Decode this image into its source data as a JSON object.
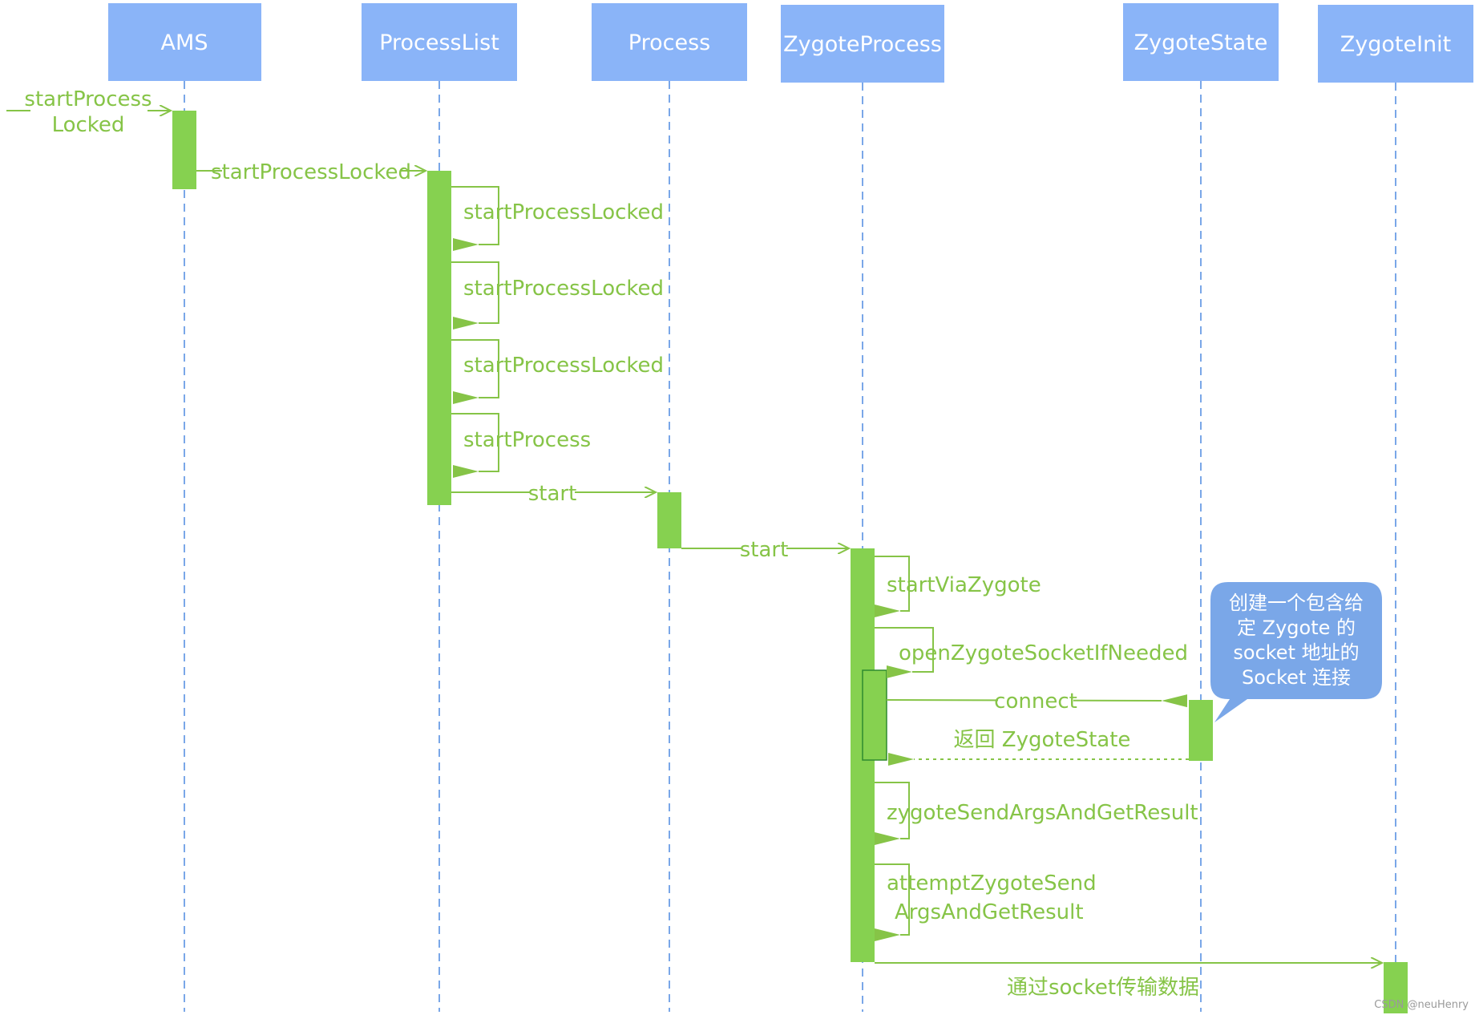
{
  "actors": [
    {
      "name": "AMS"
    },
    {
      "name": "ProcessList"
    },
    {
      "name": "Process"
    },
    {
      "name": "ZygoteProcess"
    },
    {
      "name": "ZygoteState"
    },
    {
      "name": "ZygoteInit"
    }
  ],
  "messages": {
    "m0": [
      "startProcess",
      "Locked"
    ],
    "m1": "startProcessLocked",
    "s1": "startProcessLocked",
    "s2": "startProcessLocked",
    "s3": "startProcessLocked",
    "s4": "startProcess",
    "m2": "start",
    "m3": "start",
    "s5": "startViaZygote",
    "s6": "openZygoteSocketIfNeeded",
    "m4": "connect",
    "r1": "返回 ZygoteState",
    "s7": "zygoteSendArgsAndGetResult",
    "s8": [
      "attemptZygoteSend",
      "ArgsAndGetResult"
    ],
    "m5": "通过socket传输数据"
  },
  "note": [
    "创建一个包含给",
    "定 Zygote 的",
    "socket 地址的",
    "Socket 连接"
  ],
  "watermark": "CSDN @neuHenry",
  "colors": {
    "actor_fill": "#8ab4f8",
    "lifeline": "#7aa7e8",
    "activation": "#86d150",
    "message": "#86c447",
    "note_fill": "#7aa7e8"
  }
}
